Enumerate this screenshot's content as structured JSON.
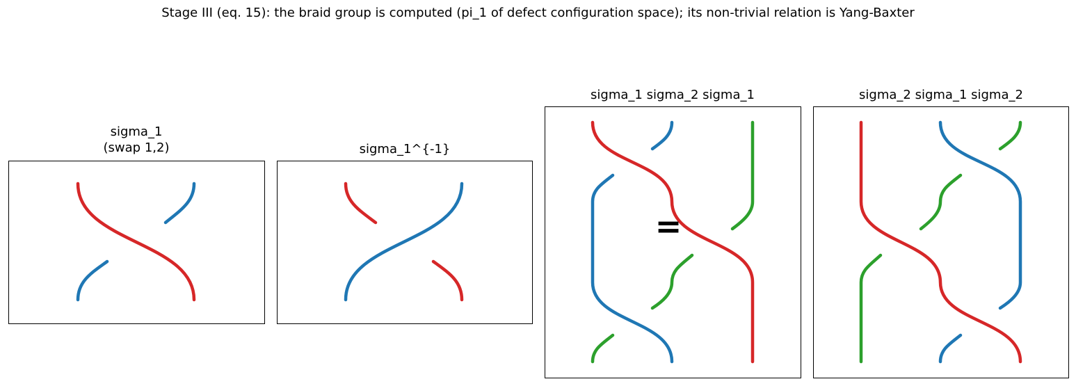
{
  "title": "Stage III (eq. 15): the braid group is computed (pi_1 of defect configuration space); its non-trivial relation is Yang-Baxter",
  "panels": [
    {
      "title_line1": "sigma_1",
      "title_line2": "(swap 1,2)"
    },
    {
      "title_line1": "sigma_1^{-1}"
    },
    {
      "title_line1": "sigma_1 sigma_2 sigma_1"
    },
    {
      "title_line1": "sigma_2 sigma_1 sigma_2"
    }
  ],
  "equals_sign": "=",
  "colors": {
    "red": "#d62728",
    "blue": "#1f77b4",
    "green": "#2ca02c"
  }
}
